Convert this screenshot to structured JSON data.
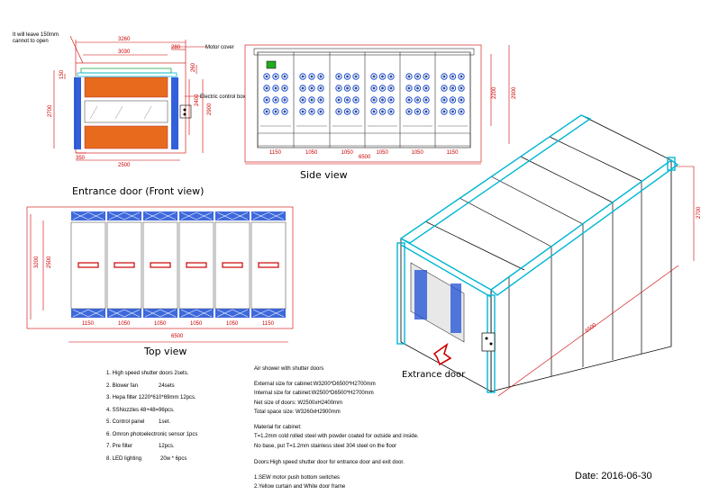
{
  "front_view": {
    "caption": "Entrance door (Front view)",
    "dims": {
      "overall_width": "3260",
      "inner_width": "3030",
      "side_right": "280",
      "height_total": "2700",
      "height_inner": "2900",
      "top_right": "260",
      "right_lower": "2400",
      "door_width": "2500",
      "left_top": "150",
      "bottom_left": "350"
    },
    "annotations": {
      "leave_space": "It will leave 150mm\ncannot to open",
      "motor_cover": "Motor cover",
      "electric_box": "Electric control box"
    }
  },
  "side_view": {
    "caption": "Side view",
    "dims": {
      "overall": "6500",
      "segments": [
        "1150",
        "1050",
        "1050",
        "1050",
        "1050",
        "1150"
      ],
      "h_inner": "2200",
      "h_outer": "2900"
    }
  },
  "top_view": {
    "caption": "Top view",
    "dims": {
      "overall": "6500",
      "segments": [
        "1150",
        "1050",
        "1050",
        "1050",
        "1050",
        "1150"
      ],
      "height": "3200",
      "inner": "2500"
    }
  },
  "iso_view": {
    "label": "Extrance door",
    "dims": {
      "height": "2700",
      "length": "6500"
    }
  },
  "parts_list": [
    {
      "item": "1. High speed shutter doors 2sets.",
      "qty": ""
    },
    {
      "item": "2. Blower fan",
      "qty": "24sets"
    },
    {
      "item": "3. Hepa filter 1220*610*69mm 12pcs.",
      "qty": ""
    },
    {
      "item": "4. SSNozzles   48+48=96pcs.",
      "qty": ""
    },
    {
      "item": "5. Control panel",
      "qty": "1set."
    },
    {
      "item": "6. Omron photoelectronic sensor 1pcs",
      "qty": ""
    },
    {
      "item": "7. Pre filter",
      "qty": "12pcs."
    },
    {
      "item": "8. LED lighting",
      "qty": "20w * 6pcs"
    }
  ],
  "spec": {
    "title": "Air shower with shutter doors",
    "sizes": [
      "External size for cabinet:W3200*D6500*H2700mm",
      "Internal size for cabinet:W2500*D6500*H2700mm",
      "Net size of doors: W2500xH2400mm",
      "Total space size: W3260xH2900mm"
    ],
    "material": [
      "Material for cabinet:",
      "T=1.2mm cold rolled steel  with powder coated for outside and inside.",
      "No base, put T=1.2mm stainless steel 304 steel on the floor"
    ],
    "doors": "Doors:High speed shutter door for entrance door and exit door.",
    "extras": [
      "1.SEW motor push bottom switches",
      "2.Yellow curtain and White door frame"
    ]
  },
  "date": "Date: 2016-06-30",
  "colors": {
    "dim": "#cc0000",
    "cyan": "#00b7d4",
    "orange": "#e86a1c",
    "blue": "#1c4fd6",
    "green": "#22a94a"
  }
}
